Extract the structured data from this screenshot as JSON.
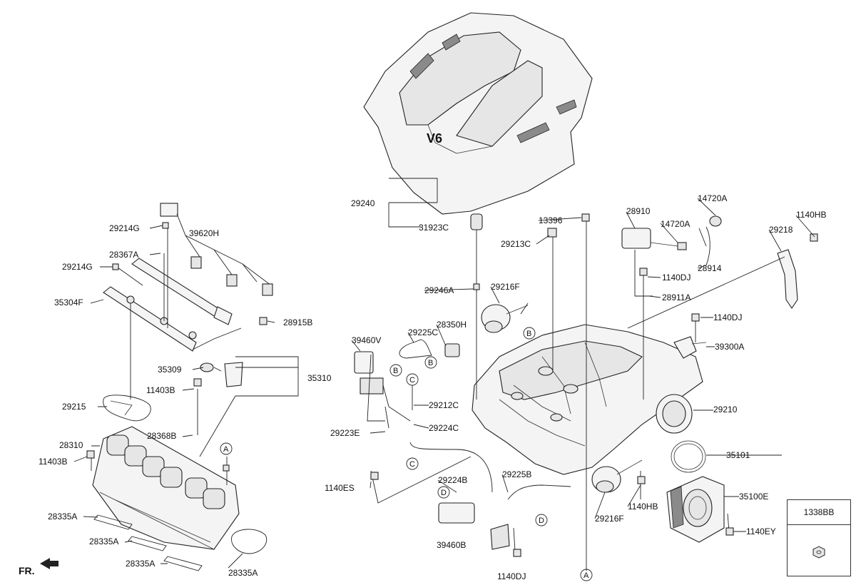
{
  "orientation_label": "FR.",
  "legend": {
    "part_number": "1338BB"
  },
  "callouts": [
    "A",
    "A",
    "B",
    "B",
    "B",
    "C",
    "C",
    "D",
    "D"
  ],
  "labels": [
    "29240",
    "31923C",
    "13396",
    "29213C",
    "28910",
    "14720A",
    "14720A",
    "28914",
    "1140HB",
    "29218",
    "1140DJ",
    "28911A",
    "1140DJ",
    "39300A",
    "29246A",
    "29216F",
    "28350H",
    "29225C",
    "39460V",
    "29214G",
    "39620H",
    "28367A",
    "29214G",
    "35304F",
    "28915B",
    "35309",
    "35310",
    "11403B",
    "29212C",
    "29215",
    "29223E",
    "29224C",
    "28368B",
    "29210",
    "28310",
    "11403B",
    "35101",
    "1140ES",
    "29224B",
    "29225B",
    "35100E",
    "1140HB",
    "29216F",
    "1140EY",
    "28335A",
    "28335A",
    "28335A",
    "28335A",
    "39460B",
    "1140DJ"
  ],
  "colors": {
    "line": "#222222",
    "fill": "#f4f4f4",
    "hatch": "#8a8a8a"
  }
}
